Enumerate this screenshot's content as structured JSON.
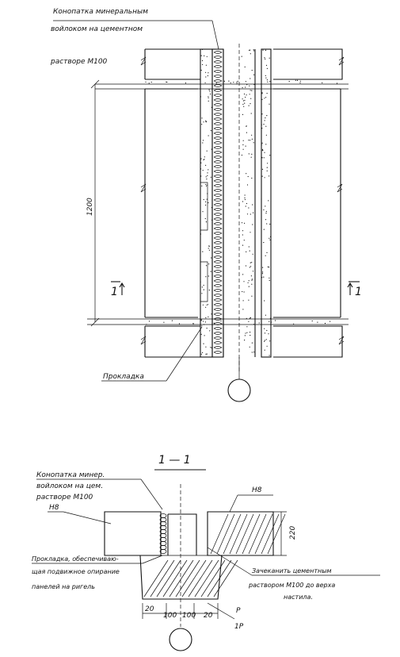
{
  "plan": {
    "note_caulking": [
      "Конопатка минеральным",
      "войлоком на цементном",
      "растворе М100"
    ],
    "gasket_label": "Прокладка",
    "dimension_height": "1200",
    "section_mark_left": "1",
    "section_mark_right": "1"
  },
  "section": {
    "title": "1 — 1",
    "note_caulking": [
      "Конопатка минер.",
      "войлоком на цем.",
      "растворе М100"
    ],
    "mark_left": "Н8",
    "mark_right": "Н8",
    "dimension_height": "220",
    "note_gasket": [
      "Прокладка, обеспечиваю-",
      "щая подвижное опирание",
      "панелей на ригель"
    ],
    "note_grout": [
      "Зачеканить цементным",
      "раствором М100 до верха",
      "настила."
    ],
    "dims_bottom": [
      "20",
      "100",
      "100",
      "20"
    ],
    "label_p1": "Р",
    "label_p2": "1Р"
  },
  "colors": {
    "ink": "#111111",
    "paper": "#ffffff"
  }
}
